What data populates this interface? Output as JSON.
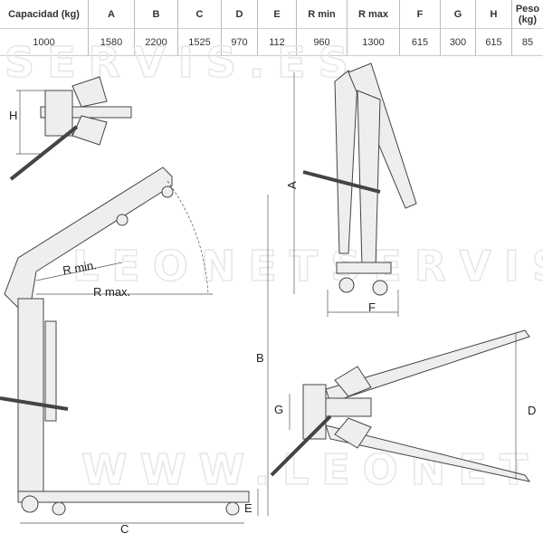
{
  "table": {
    "headers": [
      "Capacidad (kg)",
      "A",
      "B",
      "C",
      "D",
      "E",
      "R min",
      "R max",
      "F",
      "G",
      "H",
      "Peso (kg)"
    ],
    "rows": [
      [
        "1000",
        "1580",
        "2200",
        "1525",
        "970",
        "112",
        "960",
        "1300",
        "615",
        "300",
        "615",
        "85"
      ]
    ]
  },
  "diagram": {
    "labels": {
      "H": "H",
      "A": "A",
      "F": "F",
      "rmin": "R min.",
      "rmax": "R max.",
      "B": "B",
      "C": "C",
      "E": "E",
      "G": "G",
      "D": "D"
    },
    "watermarks": [
      "SERVIS.ES",
      "LEONETSERVIS",
      "WWW.LEONET"
    ]
  }
}
